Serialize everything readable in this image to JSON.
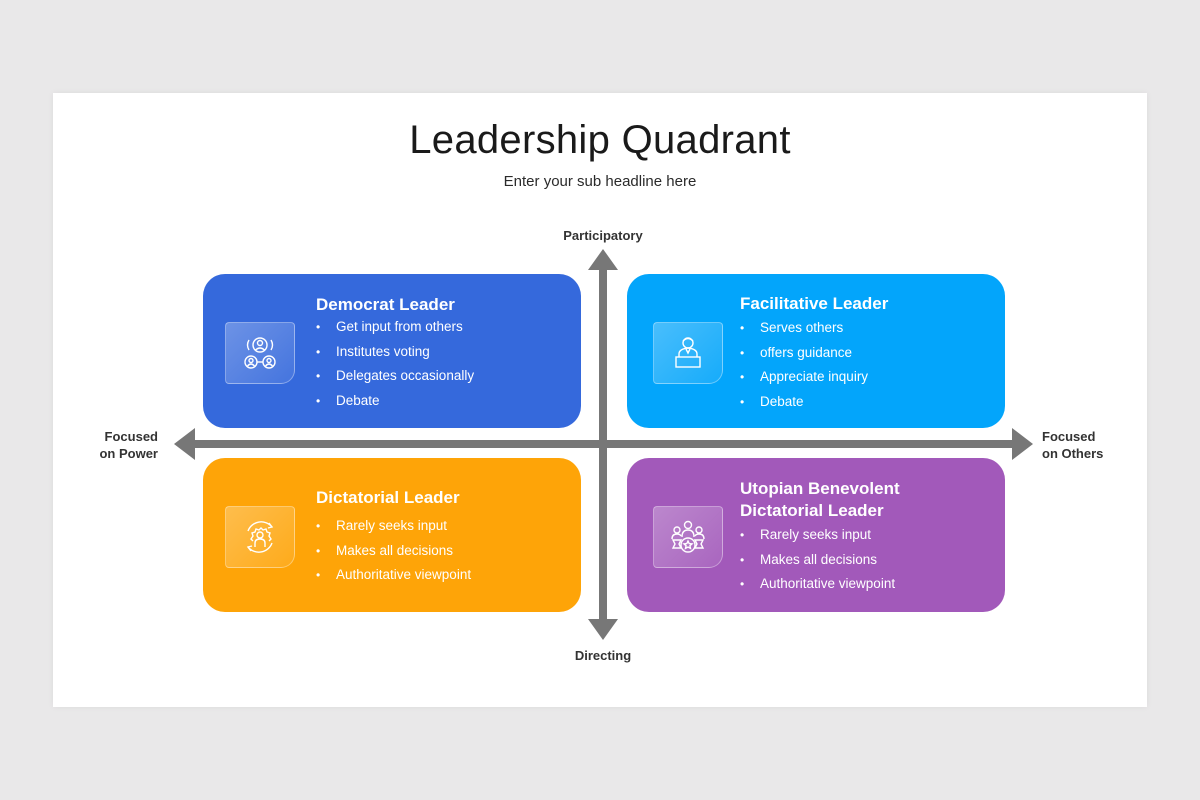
{
  "slide": {
    "title": "Leadership Quadrant",
    "subtitle": "Enter your sub headline here"
  },
  "axes": {
    "top": "Participatory",
    "bottom": "Directing",
    "left": [
      "Focused",
      "on Power"
    ],
    "right": [
      "Focused",
      "on Others"
    ],
    "color": "#777777"
  },
  "quadrants": [
    {
      "title": "Democrat Leader",
      "icon": "group-vote-icon",
      "color": "#3569dc",
      "items": [
        "Get input from others",
        "Institutes voting",
        "Delegates occasionally",
        "Debate"
      ]
    },
    {
      "title": "Facilitative Leader",
      "icon": "speaker-podium-icon",
      "color": "#03a5fb",
      "items": [
        "Serves others",
        "offers guidance",
        "Appreciate inquiry",
        "Debate"
      ]
    },
    {
      "title": "Dictatorial Leader",
      "icon": "person-gear-cycle-icon",
      "color": "#fea408",
      "items": [
        "Rarely seeks input",
        "Makes all decisions",
        "Authoritative viewpoint"
      ]
    },
    {
      "title_lines": [
        "Utopian Benevolent",
        "Dictatorial Leader"
      ],
      "icon": "team-star-icon",
      "color": "#a259ba",
      "items": [
        "Rarely seeks input",
        "Makes all decisions",
        "Authoritative viewpoint"
      ]
    }
  ]
}
